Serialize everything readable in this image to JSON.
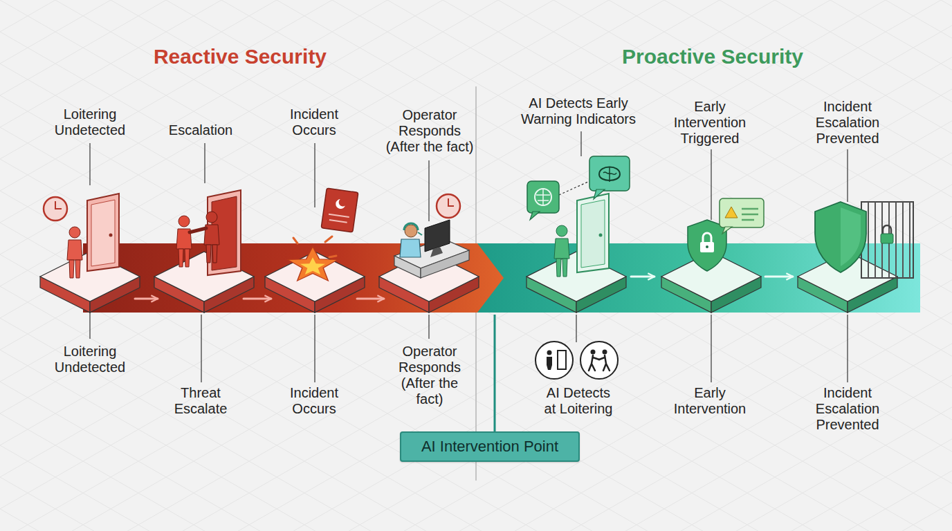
{
  "diagram": {
    "nodes": [
      {
        "text": [
          "Loitering Undetected",
          "Loitering Undetected"
        ]
      },
      {
        "text": [
          "Escalation",
          "Threat Escalate"
        ]
      },
      {
        "text": [
          "Incident Occurs",
          "Incident Occurs"
        ]
      },
      {
        "text": [
          "Operator Responds (After the fact)",
          "Operator Responds (After the fact)"
        ]
      },
      {
        "text": [
          "AI Detects Early Warning Indicators",
          "AI Detects at Loitering"
        ]
      },
      {
        "text": [
          "Early Intervention Triggered",
          "Early Intervention"
        ]
      },
      {
        "text": [
          "Incident Escalation Prevented",
          "Incident Escalation Prevented"
        ]
      },
      {
        "text": [
          "AI Intervention Point"
        ]
      }
    ],
    "edges": [
      {
        "from": 0,
        "to": 1,
        "arrow": "to"
      },
      {
        "from": 1,
        "to": 2,
        "arrow": "to"
      },
      {
        "from": 2,
        "to": 3,
        "arrow": "to"
      },
      {
        "from": 4,
        "to": 5,
        "arrow": "to"
      },
      {
        "from": 5,
        "to": 6,
        "arrow": "to"
      }
    ],
    "labels": [
      "Reactive Security",
      "Proactive Security"
    ]
  }
}
